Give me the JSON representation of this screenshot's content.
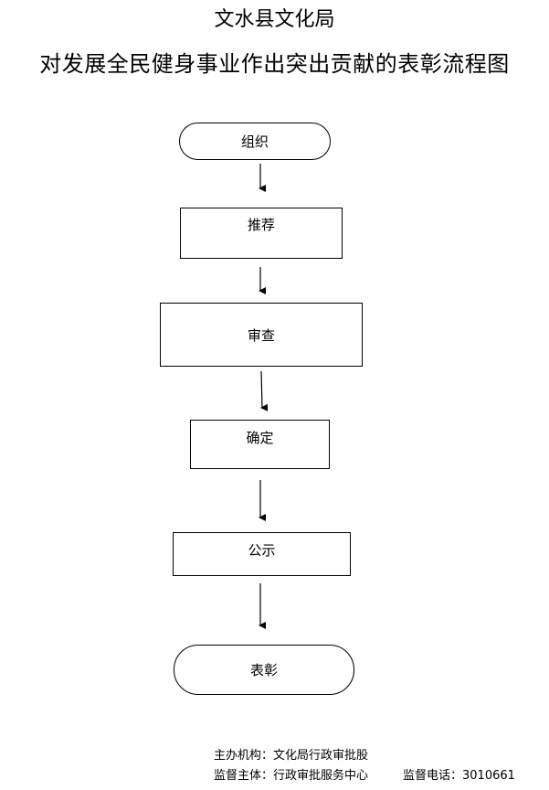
{
  "header": {
    "title": "文水县文化局",
    "subtitle": "对发展全民健身事业作出突出贡献的表彰流程图"
  },
  "steps": [
    {
      "label": "组织",
      "shape": "rounded"
    },
    {
      "label": "推荐",
      "shape": "rectangle"
    },
    {
      "label": "审查",
      "shape": "rectangle"
    },
    {
      "label": "确定",
      "shape": "rectangle"
    },
    {
      "label": "公示",
      "shape": "rectangle"
    },
    {
      "label": "表彰",
      "shape": "rounded"
    }
  ],
  "footer": {
    "organizer": "主办机构：文化局行政审批股",
    "supervisor": "监督主体：行政审批服务中心",
    "phone": "监督电话：3010661"
  }
}
